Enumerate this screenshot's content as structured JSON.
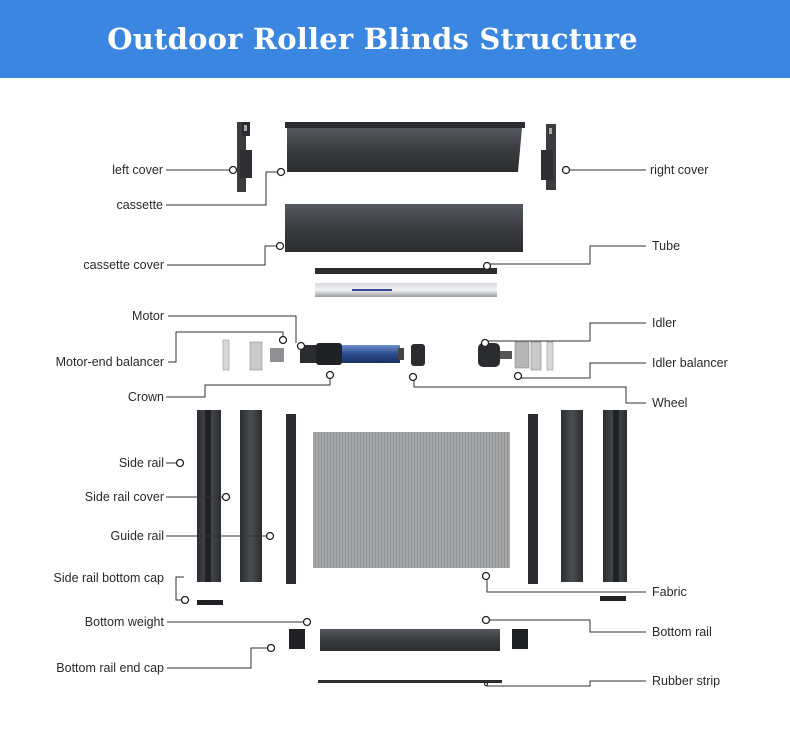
{
  "title": "Outdoor Roller Blinds Structure",
  "labels": {
    "left_cover": "left cover",
    "cassette": "cassette",
    "cassette_cover": "cassette cover",
    "motor": "Motor",
    "motor_end_balancer": "Motor-end balancer",
    "crown": "Crown",
    "side_rail": "Side rail",
    "side_rail_cover": "Side rail cover",
    "guide_rail": "Guide rail",
    "side_rail_bottom_cap": "Side rail bottom cap",
    "bottom_weight": "Bottom weight",
    "bottom_rail_end_cap": "Bottom rail end cap",
    "right_cover": "right cover",
    "tube": "Tube",
    "idler": "Idler",
    "idler_balancer": "Idler balancer",
    "wheel": "Wheel",
    "fabric": "Fabric",
    "bottom_rail": "Bottom rail",
    "rubber_strip": "Rubber strip"
  },
  "colors": {
    "banner": "#3a86e0",
    "parts": "#3b3d40",
    "motor": "#2a4d8f"
  }
}
